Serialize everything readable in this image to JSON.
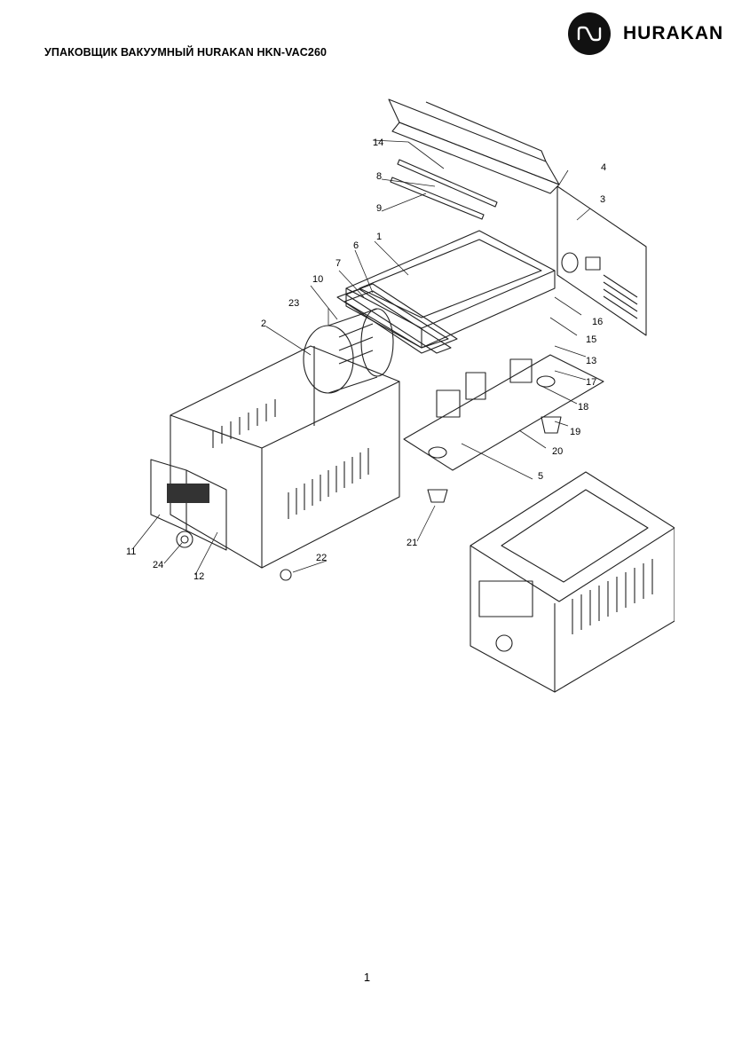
{
  "header": {
    "title": "УПАКОВЩИК ВАКУУМНЫЙ HURAKAN HKN-VAC260",
    "brand": "HURAKAN"
  },
  "diagram": {
    "callouts": [
      "1",
      "2",
      "3",
      "4",
      "5",
      "6",
      "7",
      "8",
      "9",
      "10",
      "11",
      "12",
      "13",
      "14",
      "15",
      "16",
      "17",
      "18",
      "19",
      "20",
      "21",
      "22",
      "23",
      "24"
    ]
  },
  "footer": {
    "page_number": "1"
  }
}
